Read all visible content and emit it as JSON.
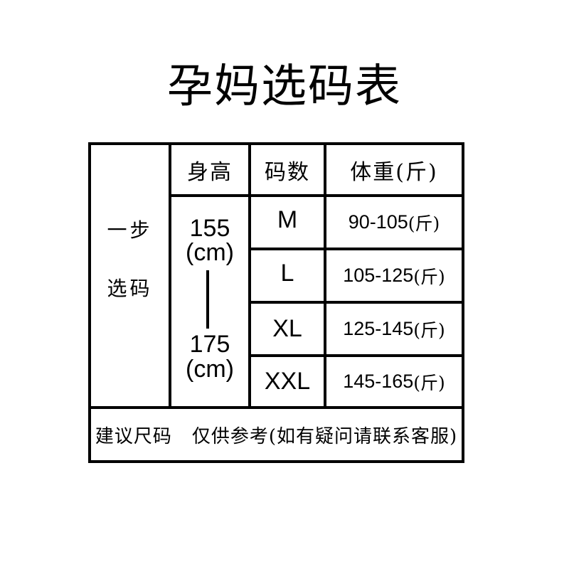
{
  "title": "孕妈选码表",
  "table": {
    "headers": {
      "height": "身高",
      "size": "码数",
      "weight": "体重(斤)"
    },
    "side_label": {
      "line1": "一步",
      "line2": "选码"
    },
    "height_range": {
      "from_value": "155",
      "from_unit": "(cm)",
      "to_value": "175",
      "to_unit": "(cm)"
    },
    "rows": [
      {
        "size": "M",
        "weight": "90-105",
        "unit": "(斤)"
      },
      {
        "size": "L",
        "weight": "105-125",
        "unit": "(斤)"
      },
      {
        "size": "XL",
        "weight": "125-145",
        "unit": "(斤)"
      },
      {
        "size": "XXL",
        "weight": "145-165",
        "unit": "(斤)"
      }
    ],
    "footer": {
      "note_left": "建议尺码",
      "note_right": "仅供参考(如有疑问请联系客服)"
    }
  },
  "colors": {
    "line": "#000000",
    "background": "#ffffff",
    "text": "#000000"
  }
}
